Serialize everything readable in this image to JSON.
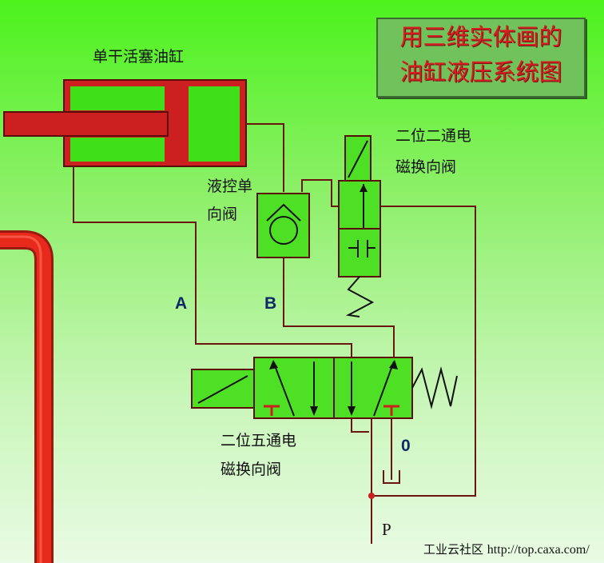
{
  "title": {
    "line1": "用三维实体画的",
    "line2": "油缸液压系统图"
  },
  "labels": {
    "cylinder": "单干活塞油缸",
    "pilot_check_line1": "液控单",
    "pilot_check_line2": "向阀",
    "two_way_valve_line1": "二位二通电",
    "two_way_valve_line2": "磁换向阀",
    "five_way_valve_line1": "二位五通电",
    "five_way_valve_line2": "磁换向阀"
  },
  "ports": {
    "a": "A",
    "b": "B",
    "zero": "0",
    "p": "P"
  },
  "footer": {
    "site": "工业云社区",
    "url": "http://top.caxa.com/"
  },
  "colors": {
    "cylinder": "#cc1f1f",
    "pipe": "#8b1a12",
    "line": "#6b1510",
    "pipe_red": "#e82a1c"
  }
}
